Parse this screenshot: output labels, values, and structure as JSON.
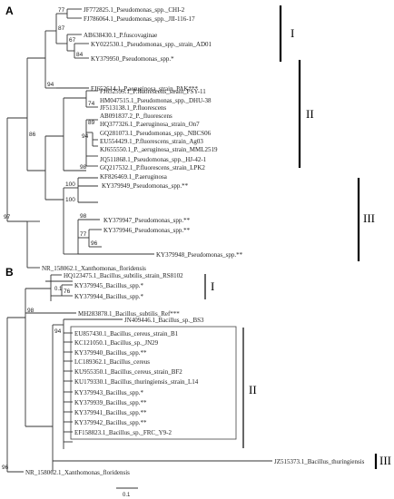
{
  "panels": {
    "a": "A",
    "b": "B"
  },
  "tree_a": {
    "leaves": [
      "JF772825.1_Pseudomonas_spp._CHI-2",
      "FJ786064.1_Pseudomonas_spp._JII-116-17",
      "AB638430.1_P.fuscovaginae",
      "KY022530.1_Pseudomonas_spp._strain_AD01",
      "KY379950_Pseudomonas_spp.*",
      "FJ652614.1_P.aeruginosa_strain_PAK***",
      "FJ652595.1_P.fluorescens_strain_PSY-11",
      "HM047515.1_Pseudomonas_spp._DHU-38",
      "JF513138.1_P.fluorescens",
      "AB091837.2_P._fluorescens",
      "HQ377326.1_P.aeruginosa_strain_On7",
      "GQ281073.1_Pseudomonas_spp._NBCS06",
      "EU554429.1_P.fluorescens_strain_Ag03",
      "KJ655550.1_P._aeruginosa_strain_MML2519",
      "JQ511868.1_Pseudomonas_spp._HJ-42-1",
      "GQ217532.1_P.fluorescens_strain_LPK2",
      "KF826469.1_P.aeruginosa",
      "KY379949_Pseudomonas_spp.**",
      "KY379947_Pseudomonas_spp.**",
      "KY379946_Pseudomonas_spp.**",
      "KY379948_Pseudomonas_spp.**",
      "NR_158062.1_Xanthomonas_floridensis"
    ],
    "bootstrap": [
      "77",
      "87",
      "67",
      "84",
      "94",
      "74",
      "86",
      "89",
      "94",
      "98",
      "100",
      "100",
      "98",
      "77",
      "96",
      "97"
    ],
    "clades": [
      "I",
      "II",
      "III"
    ],
    "scale_label": "0.1"
  },
  "tree_b": {
    "leaves": [
      "HQ123475.1_Bacillus_subtilis_strain_RS8102",
      "KY379945_Bacillus_spp.*",
      "KY379944_Bacillus_spp.*",
      "MH283878.1_Bacillus_subtilis_Ref***",
      "JN409446.1_Bacillus_sp._BS3",
      "EU857430.1_Bacillus_cereus_strain_B1",
      "KC121050.1_Bacillus_sp._JN29",
      "KY379940_Bacillus_spp.**",
      "LC189362.1_Bacillus_cereus",
      "KU955350.1_Bacillus_cereus_strain_BF2",
      "KU179330.1_Bacillus_thuringiensis_strain_L14",
      "KY379943_Bacillus_spp.*",
      "KY379939_Bacillus_spp.**",
      "KY379941_Bacillus_spp.**",
      "KY379942_Bacillus_spp.**",
      "EF158823.1_Bacillus_sp._FRC_Y9-2",
      "JZ515373.1_Bacillus_thuringiensis",
      "NR_158062.1_Xanthomonas_floridensis"
    ],
    "bootstrap": [
      "76",
      "98",
      "94",
      "96"
    ],
    "clades": [
      "I",
      "II",
      "III"
    ],
    "scale_label": "0.1"
  }
}
